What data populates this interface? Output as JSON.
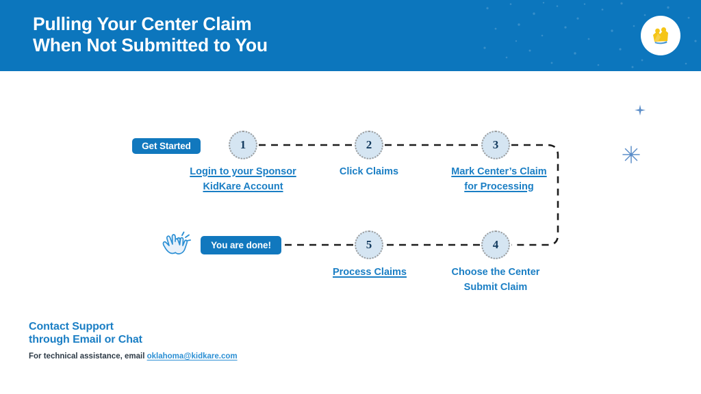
{
  "header": {
    "title": "Pulling Your Center Claim\nWhen Not Submitted to You",
    "background_color": "#0c76bd",
    "logo_name": "kidkare-logo",
    "logo_color": "#f5c518"
  },
  "decorations": {
    "sparkle_small": "sparkle-icon",
    "sparkle_large": "sparkle-icon",
    "sparkle_color": "#5b8dc8",
    "dot_pattern_color": "#3a90ca"
  },
  "flow": {
    "start_pill": "Get Started",
    "end_pill": "You are done!",
    "clap_icon": "clapping-hands-icon",
    "accent_color": "#1a7ec4",
    "pill_color": "#1178be",
    "node_fill": "#d5e5f2",
    "node_border": "#9a9a9a",
    "connector_color": "#1c1c1c",
    "steps": [
      {
        "number": "1",
        "label": "Login to your Sponsor KidKare Account",
        "is_link": true
      },
      {
        "number": "2",
        "label": "Click Claims",
        "is_link": false
      },
      {
        "number": "3",
        "label": "Mark Center’s Claim for Processing",
        "is_link": true
      },
      {
        "number": "4",
        "label": "Choose the Center Submit Claim",
        "is_link": false
      },
      {
        "number": "5",
        "label": "Process Claims",
        "is_link": true
      }
    ]
  },
  "footer": {
    "title": "Contact Support\nthrough Email or Chat",
    "note_prefix": "For technical assistance, email ",
    "email": "oklahoma@kidkare.com",
    "title_color": "#1a7ec4",
    "email_color": "#2b8fd4"
  }
}
